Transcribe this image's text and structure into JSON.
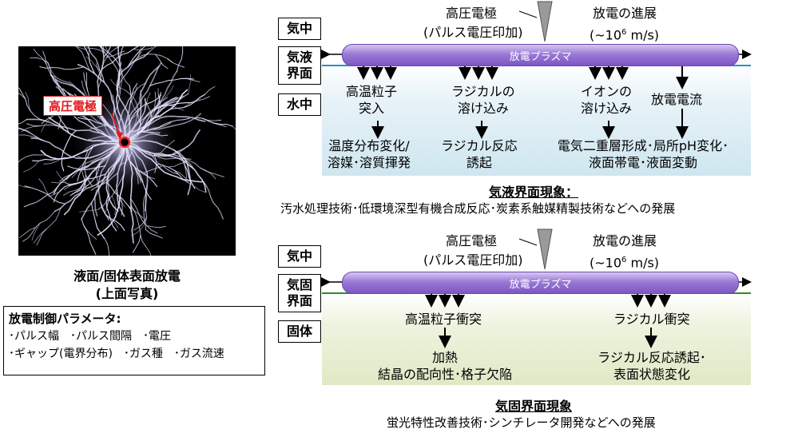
{
  "photo": {
    "electrode_label": "高圧電極",
    "caption_line1": "液面/固体表面放電",
    "caption_line2": "(上面写真)"
  },
  "params": {
    "title": "放電制御パラメータ:",
    "line1": "･パルス幅　･パルス間隔　･電圧",
    "line2": "･ギャップ(電界分布)　･ガス種　･ガス流速"
  },
  "top": {
    "electrode_line1": "高圧電極",
    "electrode_line2": "(パルス電圧印加)",
    "progress_line1": "放電の進展",
    "progress_line2": "(~10",
    "progress_sup": "6",
    "progress_line3": " m/s)",
    "plasma": "放電プラズマ",
    "box_gas": "気中",
    "box_interface_1": "気液",
    "box_interface_2": "界面",
    "box_water": "水中",
    "col1_top_1": "高温粒子",
    "col1_top_2": "突入",
    "col1_bottom_1": "温度分布変化/",
    "col1_bottom_2": "溶媒･溶質揮発",
    "col2_top_1": "ラジカルの",
    "col2_top_2": "溶け込み",
    "col2_bottom_1": "ラジカル反応",
    "col2_bottom_2": "誘起",
    "col3_top_1": "イオンの",
    "col3_top_2": "溶け込み",
    "col4_top": "放電電流",
    "col34_bottom_1": "電気二重層形成･局所pH変化･",
    "col34_bottom_2": "液面帯電･液面変動",
    "phenomenon": "気液界面現象：",
    "application": "汚水処理技術･低環境深型有機合成反応･炭素系触媒精製技術などへの発展"
  },
  "bottom": {
    "electrode_line1": "高圧電極",
    "electrode_line2": "(パルス電圧印加)",
    "progress_line1": "放電の進展",
    "progress_line2": "(~10",
    "progress_sup": "6",
    "progress_line3": " m/s)",
    "plasma": "放電プラズマ",
    "box_gas": "気中",
    "box_interface_1": "気固",
    "box_interface_2": "界面",
    "box_solid": "固体",
    "col1_top": "高温粒子衝突",
    "col1_bottom_1": "加熱",
    "col1_bottom_2": "結晶の配向性･格子欠陥",
    "col2_top": "ラジカル衝突",
    "col2_bottom_1": "ラジカル反応誘起･",
    "col2_bottom_2": "表面状態変化",
    "phenomenon": "気固界面現象",
    "application": "蛍光特性改善技術･シンチレータ開発などへの発展"
  },
  "colors": {
    "plasma": "#8a66cc",
    "interface_liquid": "#2b8fc7",
    "interface_solid": "#2e8b2e",
    "electrode_label": "#e0191e"
  }
}
